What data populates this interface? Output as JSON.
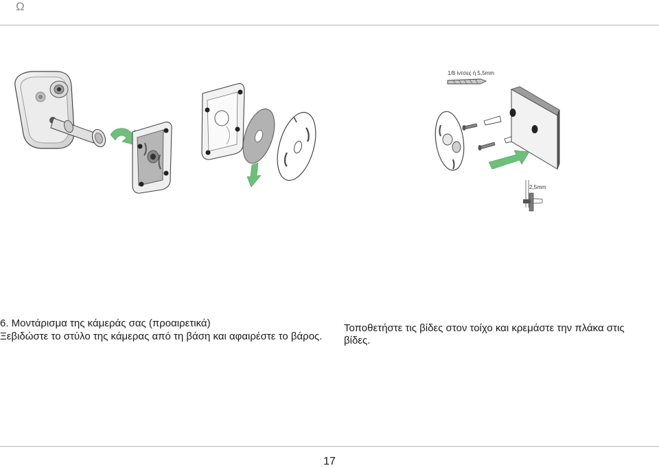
{
  "header": {
    "mark": "Ω"
  },
  "illustration": {
    "drill_label": "1/8 ίντσες ή 5,5mm",
    "depth_label": "2,5mm"
  },
  "instructions": {
    "left": {
      "title": "6. Μοντάρισμα της κάμεράς σας (προαιρετικά)",
      "body": "Ξεβιδώστε το στύλο της κάμερας από τη βάση και αφαιρέστε το βάρος."
    },
    "right": {
      "body": "Τοποθετήστε τις βίδες στον τοίχο και κρεμάστε την πλάκα στις βίδες."
    }
  },
  "footer": {
    "page_number": "17"
  },
  "colors": {
    "arrow_green": "#6cc07a",
    "rule": "#b5b5b5",
    "metal_gray": "#a8a8a8"
  }
}
